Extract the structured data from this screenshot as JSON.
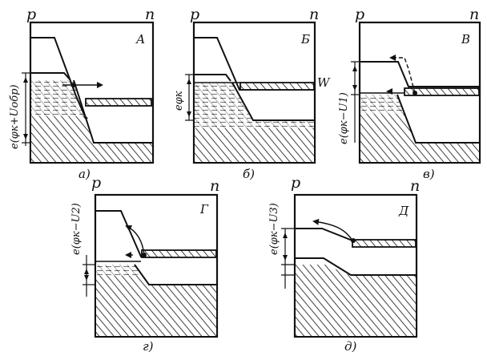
{
  "panels": [
    {
      "id": "a",
      "p_label": "p",
      "n_label": "n",
      "letter": "А",
      "caption": "а)",
      "axis_label": "e(φк+Uобр)",
      "level_label": ""
    },
    {
      "id": "b",
      "p_label": "p",
      "n_label": "n",
      "letter": "Б",
      "caption": "б)",
      "axis_label": "eφк",
      "level_label": "W"
    },
    {
      "id": "v",
      "p_label": "p",
      "n_label": "n",
      "letter": "В",
      "caption": "в)",
      "axis_label": "e(φк−U1)",
      "level_label": ""
    },
    {
      "id": "g",
      "p_label": "p",
      "n_label": "n",
      "letter": "Г",
      "caption": "г)",
      "axis_label": "e(φк−U2)",
      "level_label": ""
    },
    {
      "id": "d",
      "p_label": "p",
      "n_label": "n",
      "letter": "Д",
      "caption": "д)",
      "axis_label": "e(φк−U3)",
      "level_label": ""
    }
  ]
}
